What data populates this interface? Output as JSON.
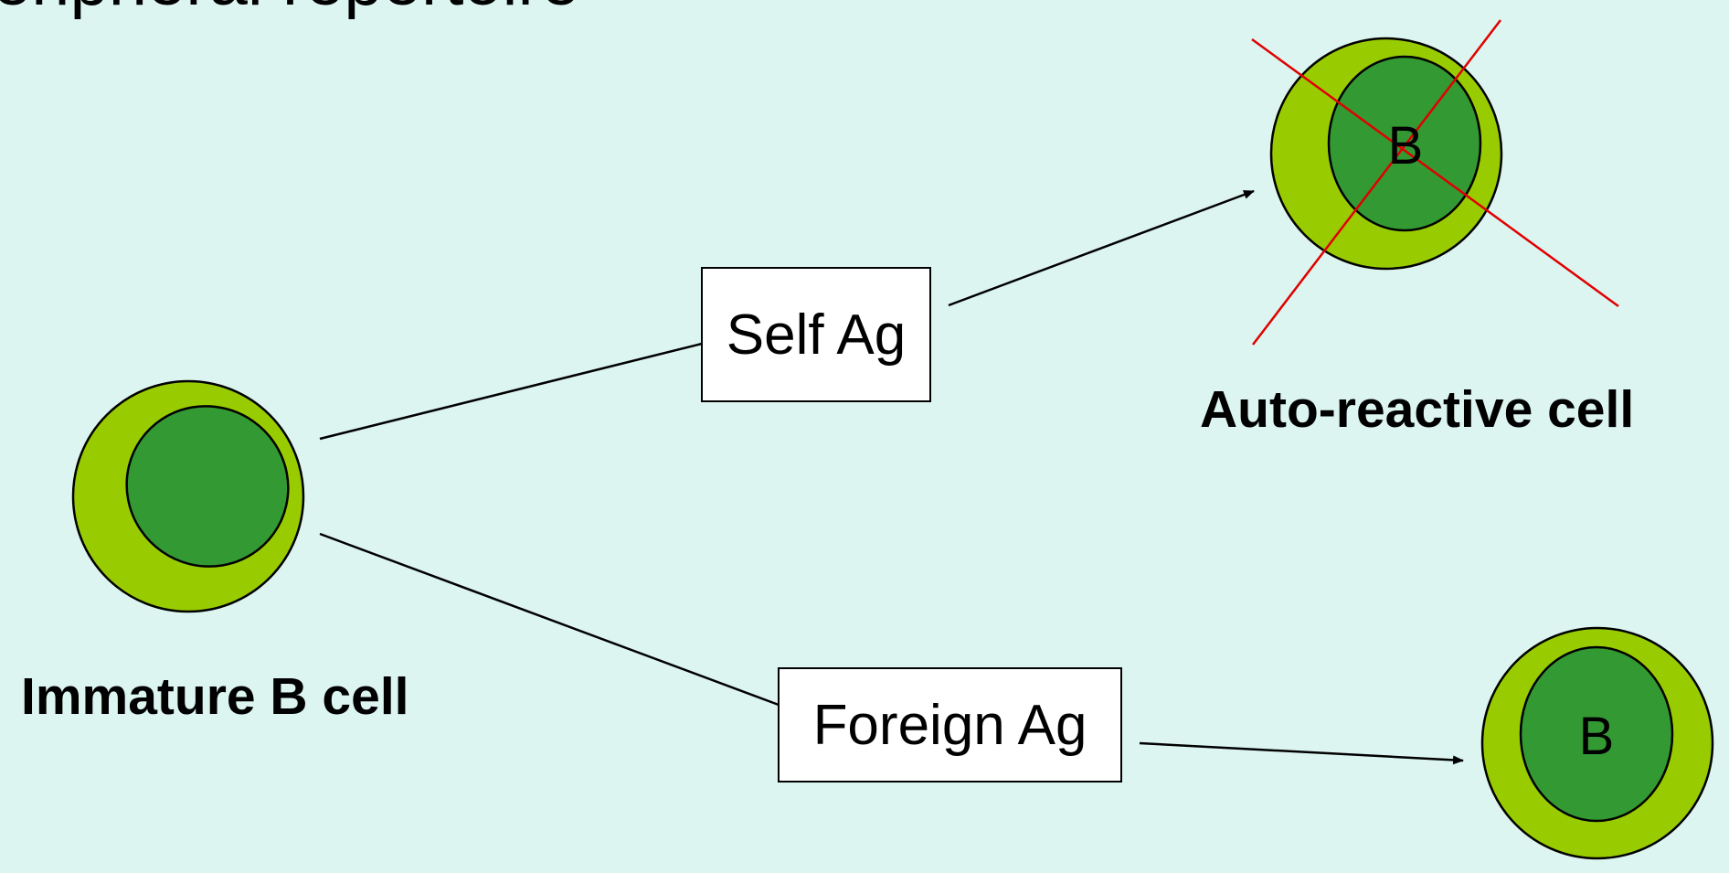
{
  "title": "eripheral repertoire",
  "labels": {
    "immature_cell": "Immature B cell",
    "autoreactive_cell": "Auto-reactive cell",
    "self_ag": "Self Ag",
    "foreign_ag": "Foreign Ag",
    "autoreactive_letter": "B",
    "mature_letter": "B"
  },
  "colors": {
    "background": "#dcf5f0",
    "cytoplasm": "#99cc00",
    "nucleus": "#339933",
    "cross": "#e00000",
    "outline": "#000000"
  }
}
